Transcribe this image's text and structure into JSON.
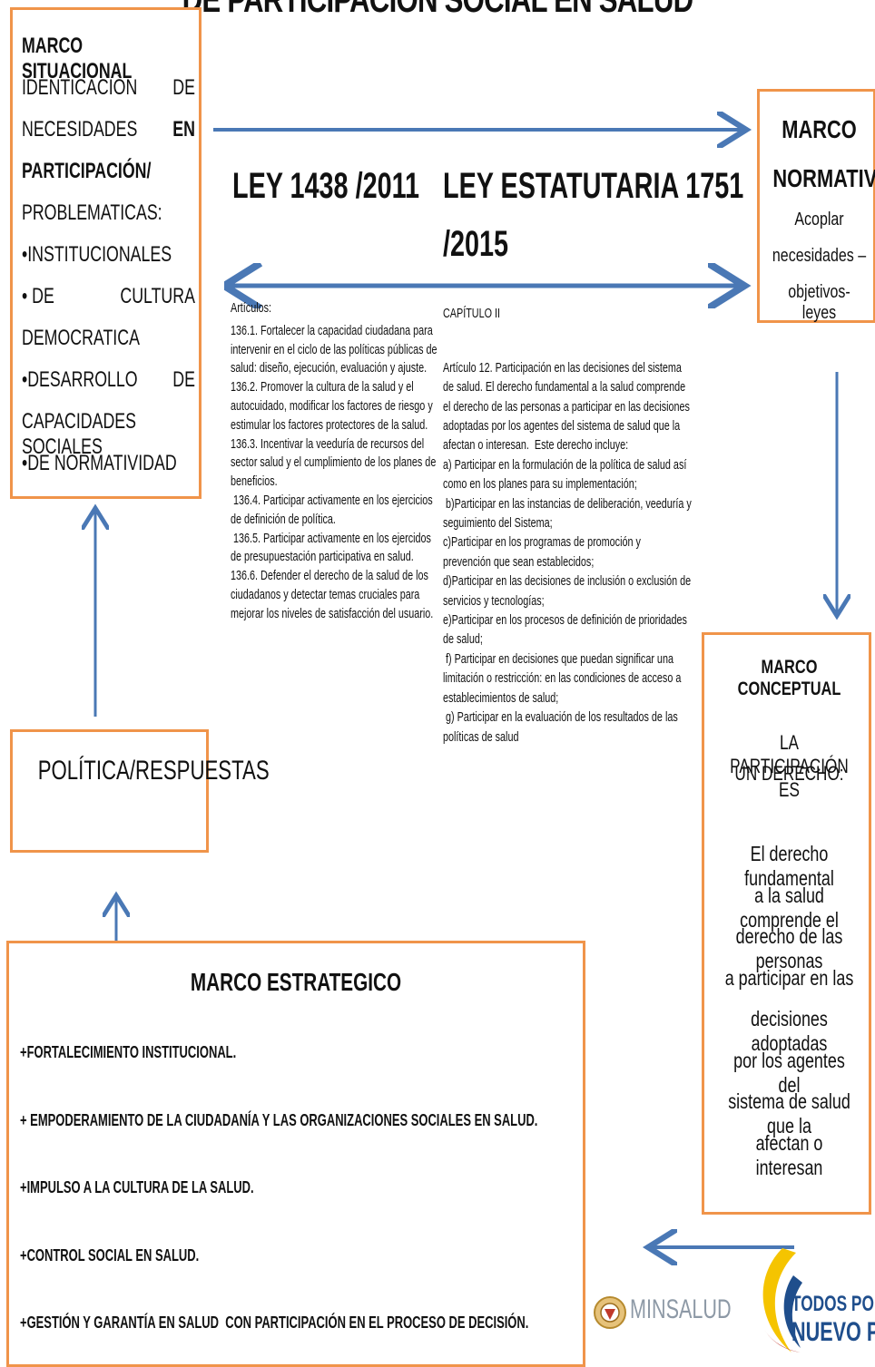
{
  "title": "DE PARTICIPACIÓN SOCIAL EN SALUD",
  "marco_situacional": {
    "title": "MARCO SITUACIONAL",
    "line1_left": "IDENTICACIÒN",
    "line1_right": "DE",
    "line2_left": "NECESIDADES",
    "line2_right": "EN",
    "line3": "PARTICIPACIÓN/",
    "line4": "PROBLEMATICAS:",
    "line5": "•INSTITUCIONALES",
    "line6_left": "• DE",
    "line6_right": "CULTURA",
    "line7": "DEMOCRATICA",
    "line8_left": "•DESARROLLO",
    "line8_right": "DE",
    "line9": "CAPACIDADES SOCIALES",
    "line10": "•DE NORMATIVIDAD"
  },
  "marco_normativo": {
    "title1": "MARCO",
    "title2": "NORMATIVO",
    "line1": "Acoplar",
    "line2": "necesidades –",
    "line3": "objetivos- leyes"
  },
  "ley1438": {
    "title": "LEY 1438 /2011",
    "heading": "Artículos:",
    "lines": [
      "136.1. Fortalecer la capacidad ciudadana para",
      "intervenir en el ciclo de las políticas públicas de",
      "salud: diseño, ejecución, evaluación y ajuste.",
      "136.2. Promover la cultura de la salud y el",
      "autocuidado, modificar los factores de riesgo y",
      "estimular los factores protectores de la salud.",
      "136.3. Incentivar la veeduría de recursos del",
      "sector salud y el cumplimiento de los planes de",
      "beneficios.",
      " 136.4. Participar activamente en los ejercicios",
      "de definición de política.",
      " 136.5. Participar activamente en los ejercidos",
      "de presupuestación participativa en salud.",
      "136.6. Defender el derecho de la salud de los",
      "ciudadanos y detectar temas cruciales para",
      "mejorar los niveles de satisfacción del usuario."
    ]
  },
  "ley1751": {
    "title_line1": "LEY ESTATUTARIA 1751",
    "title_line2": "/2015",
    "heading": "CAPÍTULO II",
    "lines": [
      "Artículo 12. Participación en las decisiones del sistema",
      "de salud. El derecho fundamental a la salud comprende",
      "el derecho de las personas a participar en las decisiones",
      "adoptadas por los agentes del sistema de salud que la",
      "afectan o interesan.  Este derecho incluye:",
      "a) Participar en la formulación de la política de salud así",
      "como en los planes para su implementación;",
      " b)Participar en las instancias de deliberación, veeduría y",
      "seguimiento del Sistema;",
      "c)Participar en los programas de promoción y",
      "prevención que sean establecidos;",
      "d)Participar en las decisiones de inclusión o exclusión de",
      "servicios y tecnologías;",
      "e)Participar en los procesos de definición de prioridades",
      "de salud;",
      " f) Participar en decisiones que puedan significar una",
      "limitación o restricción: en las condiciones de acceso a",
      "establecimientos de salud;",
      " g) Participar en la evaluación de los resultados de las",
      "políticas de salud"
    ]
  },
  "marco_conceptual": {
    "title": "MARCO CONCEPTUAL",
    "sub_lines": [
      "LA PARTICIPACIÓN ES",
      "UN DERECHO:"
    ],
    "body_lines": [
      "El derecho fundamental",
      "a la salud comprende el",
      "derecho de las personas",
      "a participar en las",
      "decisiones adoptadas",
      "por los agentes del",
      "sistema de salud que la",
      "afectan o interesan"
    ]
  },
  "politica": {
    "label": "POLÍTICA/RESPUESTAS"
  },
  "marco_estrategico": {
    "title": "MARCO ESTRATEGICO",
    "items": [
      "+FORTALECIMIENTO INSTITUCIONAL.",
      "+ EMPODERAMIENTO DE LA CIUDADANÍA Y LAS ORGANIZACIONES SOCIALES EN SALUD.",
      "+IMPULSO A LA CULTURA DE LA SALUD.",
      "+CONTROL SOCIAL EN SALUD.",
      "+GESTIÓN Y GARANTÍA EN SALUD  CON PARTICIPACIÓN EN EL PROCESO DE DECISIÓN."
    ]
  },
  "logos": {
    "minsalud": "MINSALUD",
    "nuevo_pais_line1": "TODOS POR UN",
    "nuevo_pais_line2": "NUEVO PAÍS"
  },
  "colors": {
    "border": "#f0944a",
    "arrow": "#4a78b5",
    "logo_blue": "#1f4e8c",
    "logo_yellow": "#f5c400"
  }
}
